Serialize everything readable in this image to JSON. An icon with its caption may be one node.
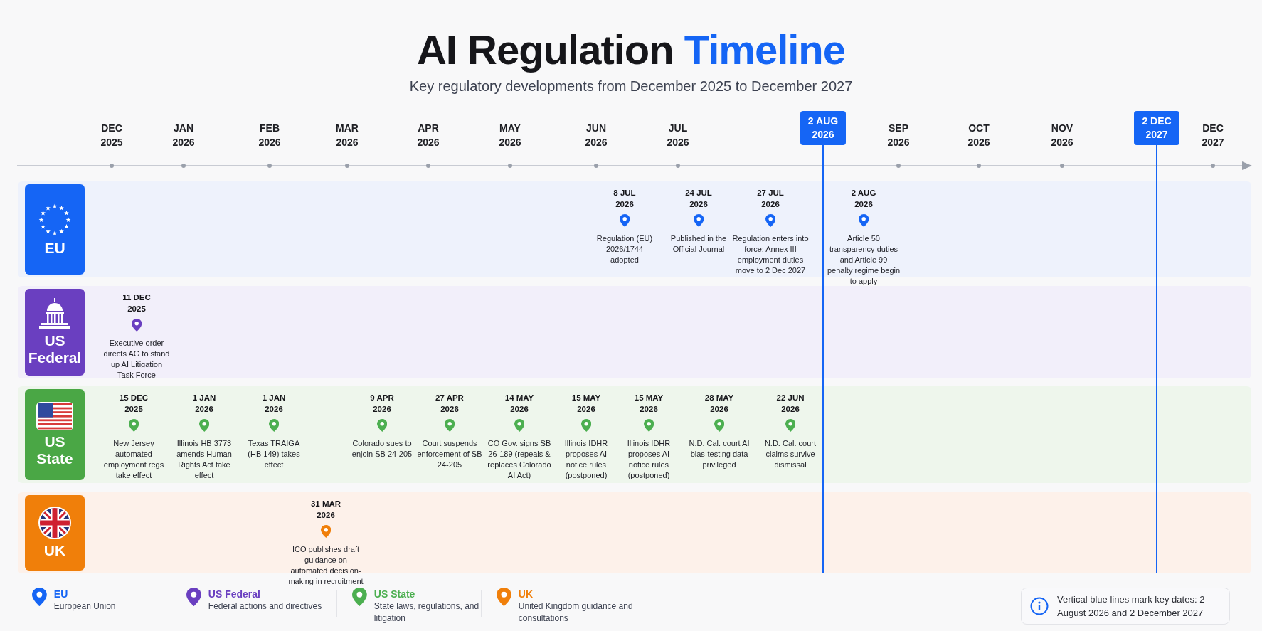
{
  "diagram": {
    "title": "AI Regulation Timeline",
    "nodes": [
      {
        "text": [
          "2 AUG 2026"
        ]
      },
      {
        "text": [
          "2 DEC 2027"
        ]
      },
      {
        "text": [],
        "shape": "band"
      },
      {
        "text": [
          "EU"
        ],
        "in": 2
      },
      {
        "text": [
          "8 JUL 2026",
          "Regulation (EU) 2026/1744 adopted"
        ],
        "in": 2
      },
      {
        "text": [
          "24 JUL 2026",
          "Published in the Official Journal"
        ],
        "in": 2
      },
      {
        "text": [
          "27 JUL 2026",
          "Regulation enters into force; Annex III employment duties move to 2 Dec 2027"
        ],
        "in": 2
      },
      {
        "text": [
          "2 AUG 2026",
          "Article 50 transparency duties and Article 99 penalty regime begin to apply"
        ],
        "in": 2
      },
      {
        "text": [],
        "shape": "band"
      },
      {
        "text": [
          "US Federal"
        ],
        "in": 8
      },
      {
        "text": [
          "11 DEC 2025",
          "Executive order directs AG to stand up AI Litigation Task Force"
        ],
        "in": 8
      },
      {
        "text": [],
        "shape": "band"
      },
      {
        "text": [
          "US State"
        ],
        "in": 11
      },
      {
        "text": [
          "15 DEC 2025",
          "New Jersey automated employment regs take effect"
        ],
        "in": 11
      },
      {
        "text": [
          "1 JAN 2026",
          "Illinois HB 3773 amends Human Rights Act take effect"
        ],
        "in": 11
      },
      {
        "text": [
          "1 JAN 2026",
          "Texas TRAIGA (HB 149) takes effect"
        ],
        "in": 11
      },
      {
        "text": [
          "9 APR 2026",
          "Colorado sues to enjoin SB 24-205"
        ],
        "in": 11
      },
      {
        "text": [
          "27 APR 2026",
          "Court suspends enforcement of SB 24-205"
        ],
        "in": 11
      },
      {
        "text": [
          "14 MAY 2026",
          "CO Gov. signs SB 26-189 (repeals & replaces Colorado AI Act)"
        ],
        "in": 11
      },
      {
        "text": [
          "15 MAY 2026",
          "Illinois IDHR proposes AI notice rules (postponed)"
        ],
        "in": 11
      },
      {
        "text": [
          "15 MAY 2026",
          "Illinois IDHR proposes AI notice rules (postponed)"
        ],
        "in": 11
      },
      {
        "text": [
          "28 MAY 2026",
          "N.D. Cal. court AI bias-testing data privileged"
        ],
        "in": 11
      },
      {
        "text": [
          "22 JUN 2026",
          "N.D. Cal. court claims survive dismissal"
        ],
        "in": 11
      },
      {
        "text": [],
        "shape": "band"
      },
      {
        "text": [
          "UK"
        ],
        "in": 23
      },
      {
        "text": [
          "31 MAR 2026",
          "ICO publishes draft guidance on automated decision-making in recruitment"
        ],
        "in": 23
      }
    ],
    "labels": [
      "Key regulatory developments from December 2025 to December 2027",
      "DEC 2025",
      "JAN 2026",
      "FEB 2026",
      "MAR 2026",
      "APR 2026",
      "MAY 2026",
      "JUN 2026",
      "JUL 2026",
      "SEP 2026",
      "OCT 2026",
      "NOV 2026",
      "DEC 2027",
      "European Union",
      "Federal actions and directives",
      "State laws, regulations, and litigation",
      "United Kingdom guidance and consultations",
      "Vertical blue lines mark key dates: 2 August 2026 and 2 December 2027"
    ],
    "edges": [
      {
        "from": 0,
        "to": 23,
        "arrow": "none"
      },
      {
        "from": 1,
        "to": 23,
        "arrow": "none"
      }
    ],
    "legend": [
      {
        "text": "EU",
        "color": "#1565f5"
      },
      {
        "text": "US Federal",
        "color": "#6a3fc0"
      },
      {
        "text": "US State",
        "color": "#4caf50"
      },
      {
        "text": "UK",
        "color": "#f07f0a"
      }
    ]
  }
}
